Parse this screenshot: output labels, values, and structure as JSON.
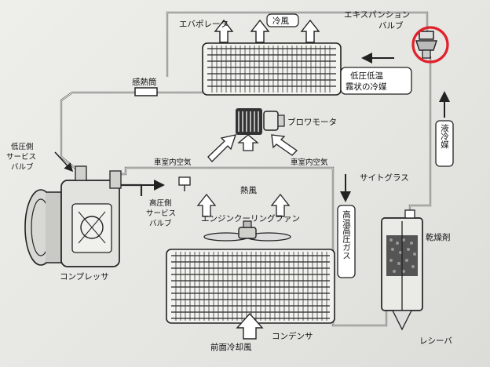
{
  "labels": {
    "evaporator": "エバポレータ",
    "cold_air": "冷風",
    "expansion_valve_1": "エキスパンション",
    "expansion_valve_2": "バルブ",
    "low_temp_1": "低圧低温",
    "low_temp_2": "霧状の冷媒",
    "sensing_bulb": "感熱筒",
    "blower_motor": "ブロワモータ",
    "liquid_refrigerant": "液冷媒",
    "low_pressure_valve_1": "低圧側",
    "low_pressure_valve_2": "サービス",
    "low_pressure_valve_3": "バルブ",
    "cabin_air_left": "車室内空気",
    "cabin_air_right": "車室内空気",
    "sight_glass": "サイトグラス",
    "hot_air": "熱風",
    "high_pressure_valve_1": "高圧側",
    "high_pressure_valve_2": "サービス",
    "high_pressure_valve_3": "バルブ",
    "cooling_fan": "エンジンクーリングファン",
    "high_temp_gas": "高温高圧ガス",
    "desiccant": "乾燥剤",
    "compressor": "コンプレッサ",
    "front_cooling_air": "前面冷却風",
    "condenser": "コンデンサ",
    "receiver": "レシーバ"
  },
  "colors": {
    "ink": "#222222",
    "highlight_circle": "#e0202a"
  }
}
